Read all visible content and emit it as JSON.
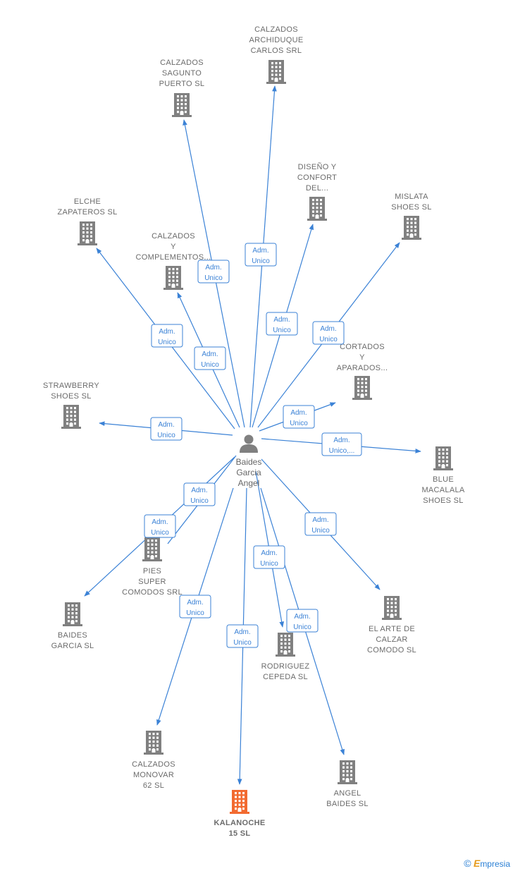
{
  "center": {
    "lines": [
      "Baides",
      "Garcia",
      "Angel"
    ]
  },
  "colors": {
    "edge": "#3b82d6",
    "building": "#808080",
    "highlight": "#f26a30",
    "label": "#6b6b6b"
  },
  "nodes": [
    {
      "id": "calzados-archiduque",
      "lines": [
        "CALZADOS",
        "ARCHIDUQUE",
        "CARLOS SRL"
      ],
      "highlight": false
    },
    {
      "id": "calzados-sagunto",
      "lines": [
        "CALZADOS",
        "SAGUNTO",
        "PUERTO  SL"
      ],
      "highlight": false
    },
    {
      "id": "diseno-confort",
      "lines": [
        "DISEÑO Y",
        "CONFORT",
        "DEL..."
      ],
      "highlight": false
    },
    {
      "id": "mislata-shoes",
      "lines": [
        "MISLATA",
        "SHOES  SL"
      ],
      "highlight": false
    },
    {
      "id": "elche-zapateros",
      "lines": [
        "ELCHE",
        "ZAPATEROS SL"
      ],
      "highlight": false
    },
    {
      "id": "calzados-complementos",
      "lines": [
        "CALZADOS",
        "Y",
        "COMPLEMENTOS..."
      ],
      "highlight": false
    },
    {
      "id": "cortados-aparados",
      "lines": [
        "CORTADOS",
        "Y",
        "APARADOS..."
      ],
      "highlight": false
    },
    {
      "id": "strawberry-shoes",
      "lines": [
        "STRAWBERRY",
        "SHOES  SL"
      ],
      "highlight": false
    },
    {
      "id": "blue-macalala",
      "lines": [
        "BLUE",
        "MACALALA",
        "SHOES  SL"
      ],
      "highlight": false
    },
    {
      "id": "pies-super-comodos",
      "lines": [
        "PIES",
        "SUPER",
        "COMODOS SRL"
      ],
      "highlight": false
    },
    {
      "id": "baides-garcia",
      "lines": [
        "BAIDES",
        "GARCIA  SL"
      ],
      "highlight": false
    },
    {
      "id": "el-arte-de-calzar",
      "lines": [
        "EL ARTE DE",
        "CALZAR",
        "COMODO  SL"
      ],
      "highlight": false
    },
    {
      "id": "rodriguez-cepeda",
      "lines": [
        "RODRIGUEZ",
        "CEPEDA  SL"
      ],
      "highlight": false
    },
    {
      "id": "calzados-monovar",
      "lines": [
        "CALZADOS",
        "MONOVAR",
        "62 SL"
      ],
      "highlight": false
    },
    {
      "id": "kalanoche",
      "lines": [
        "KALANOCHE",
        "15  SL"
      ],
      "highlight": true
    },
    {
      "id": "angel-baides",
      "lines": [
        "ANGEL",
        "BAIDES  SL"
      ],
      "highlight": false
    }
  ],
  "edges": [
    {
      "target": "calzados-archiduque",
      "label": [
        "Adm.",
        "Unico"
      ]
    },
    {
      "target": "calzados-sagunto",
      "label": [
        "Adm.",
        "Unico"
      ]
    },
    {
      "target": "diseno-confort",
      "label": [
        "Adm.",
        "Unico"
      ]
    },
    {
      "target": "mislata-shoes",
      "label": [
        "Adm.",
        "Unico"
      ]
    },
    {
      "target": "elche-zapateros",
      "label": [
        "Adm.",
        "Unico"
      ]
    },
    {
      "target": "calzados-complementos",
      "label": [
        "Adm.",
        "Unico"
      ]
    },
    {
      "target": "cortados-aparados",
      "label": [
        "Adm.",
        "Unico"
      ]
    },
    {
      "target": "strawberry-shoes",
      "label": [
        "Adm.",
        "Unico"
      ]
    },
    {
      "target": "blue-macalala",
      "label": [
        "Adm.",
        "Unico,..."
      ]
    },
    {
      "target": "pies-super-comodos",
      "label": [
        "Adm.",
        "Unico"
      ]
    },
    {
      "target": "baides-garcia",
      "label": [
        "Adm.",
        "Unico"
      ]
    },
    {
      "target": "el-arte-de-calzar",
      "label": [
        "Adm.",
        "Unico"
      ]
    },
    {
      "target": "rodriguez-cepeda",
      "label": [
        "Adm.",
        "Unico"
      ]
    },
    {
      "target": "calzados-monovar",
      "label": [
        "Adm.",
        "Unico"
      ]
    },
    {
      "target": "kalanoche",
      "label": [
        "Adm.",
        "Unico"
      ]
    },
    {
      "target": "angel-baides",
      "label": [
        "Adm.",
        "Unico"
      ]
    }
  ],
  "brand": {
    "copyright": "©",
    "name_first": "E",
    "name_rest": "mpresia"
  }
}
